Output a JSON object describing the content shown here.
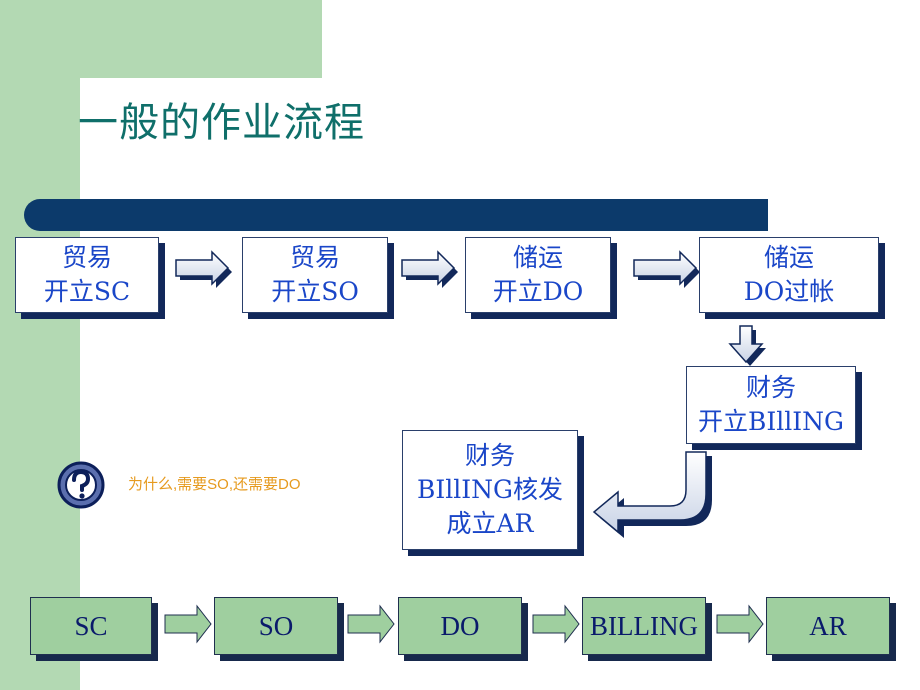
{
  "slide": {
    "title": "一般的作业流程"
  },
  "flow_boxes": [
    {
      "line1": "贸易",
      "line2": "开立SC"
    },
    {
      "line1": "贸易",
      "line2": "开立SO"
    },
    {
      "line1": "储运",
      "line2": "开立DO"
    },
    {
      "line1": "储运",
      "line2": "DO过帐"
    },
    {
      "line1": "财务",
      "line2": "开立BIllING"
    },
    {
      "line1": "财务",
      "line2": "BIllING核发",
      "line3": "成立AR"
    }
  ],
  "question": {
    "icon": "question-icon",
    "text": "为什么,需要SO,还需要DO"
  },
  "bottom_flow": [
    "SC",
    "SO",
    "DO",
    "BILLING",
    "AR"
  ],
  "colors": {
    "accent_green": "#b3d9b3",
    "bar_navy": "#0c3a6b",
    "title_teal": "#0f6f6a",
    "box_text_blue": "#1a46c8",
    "bottom_box_green": "#9fcf9f",
    "note_orange": "#e69a1e"
  }
}
